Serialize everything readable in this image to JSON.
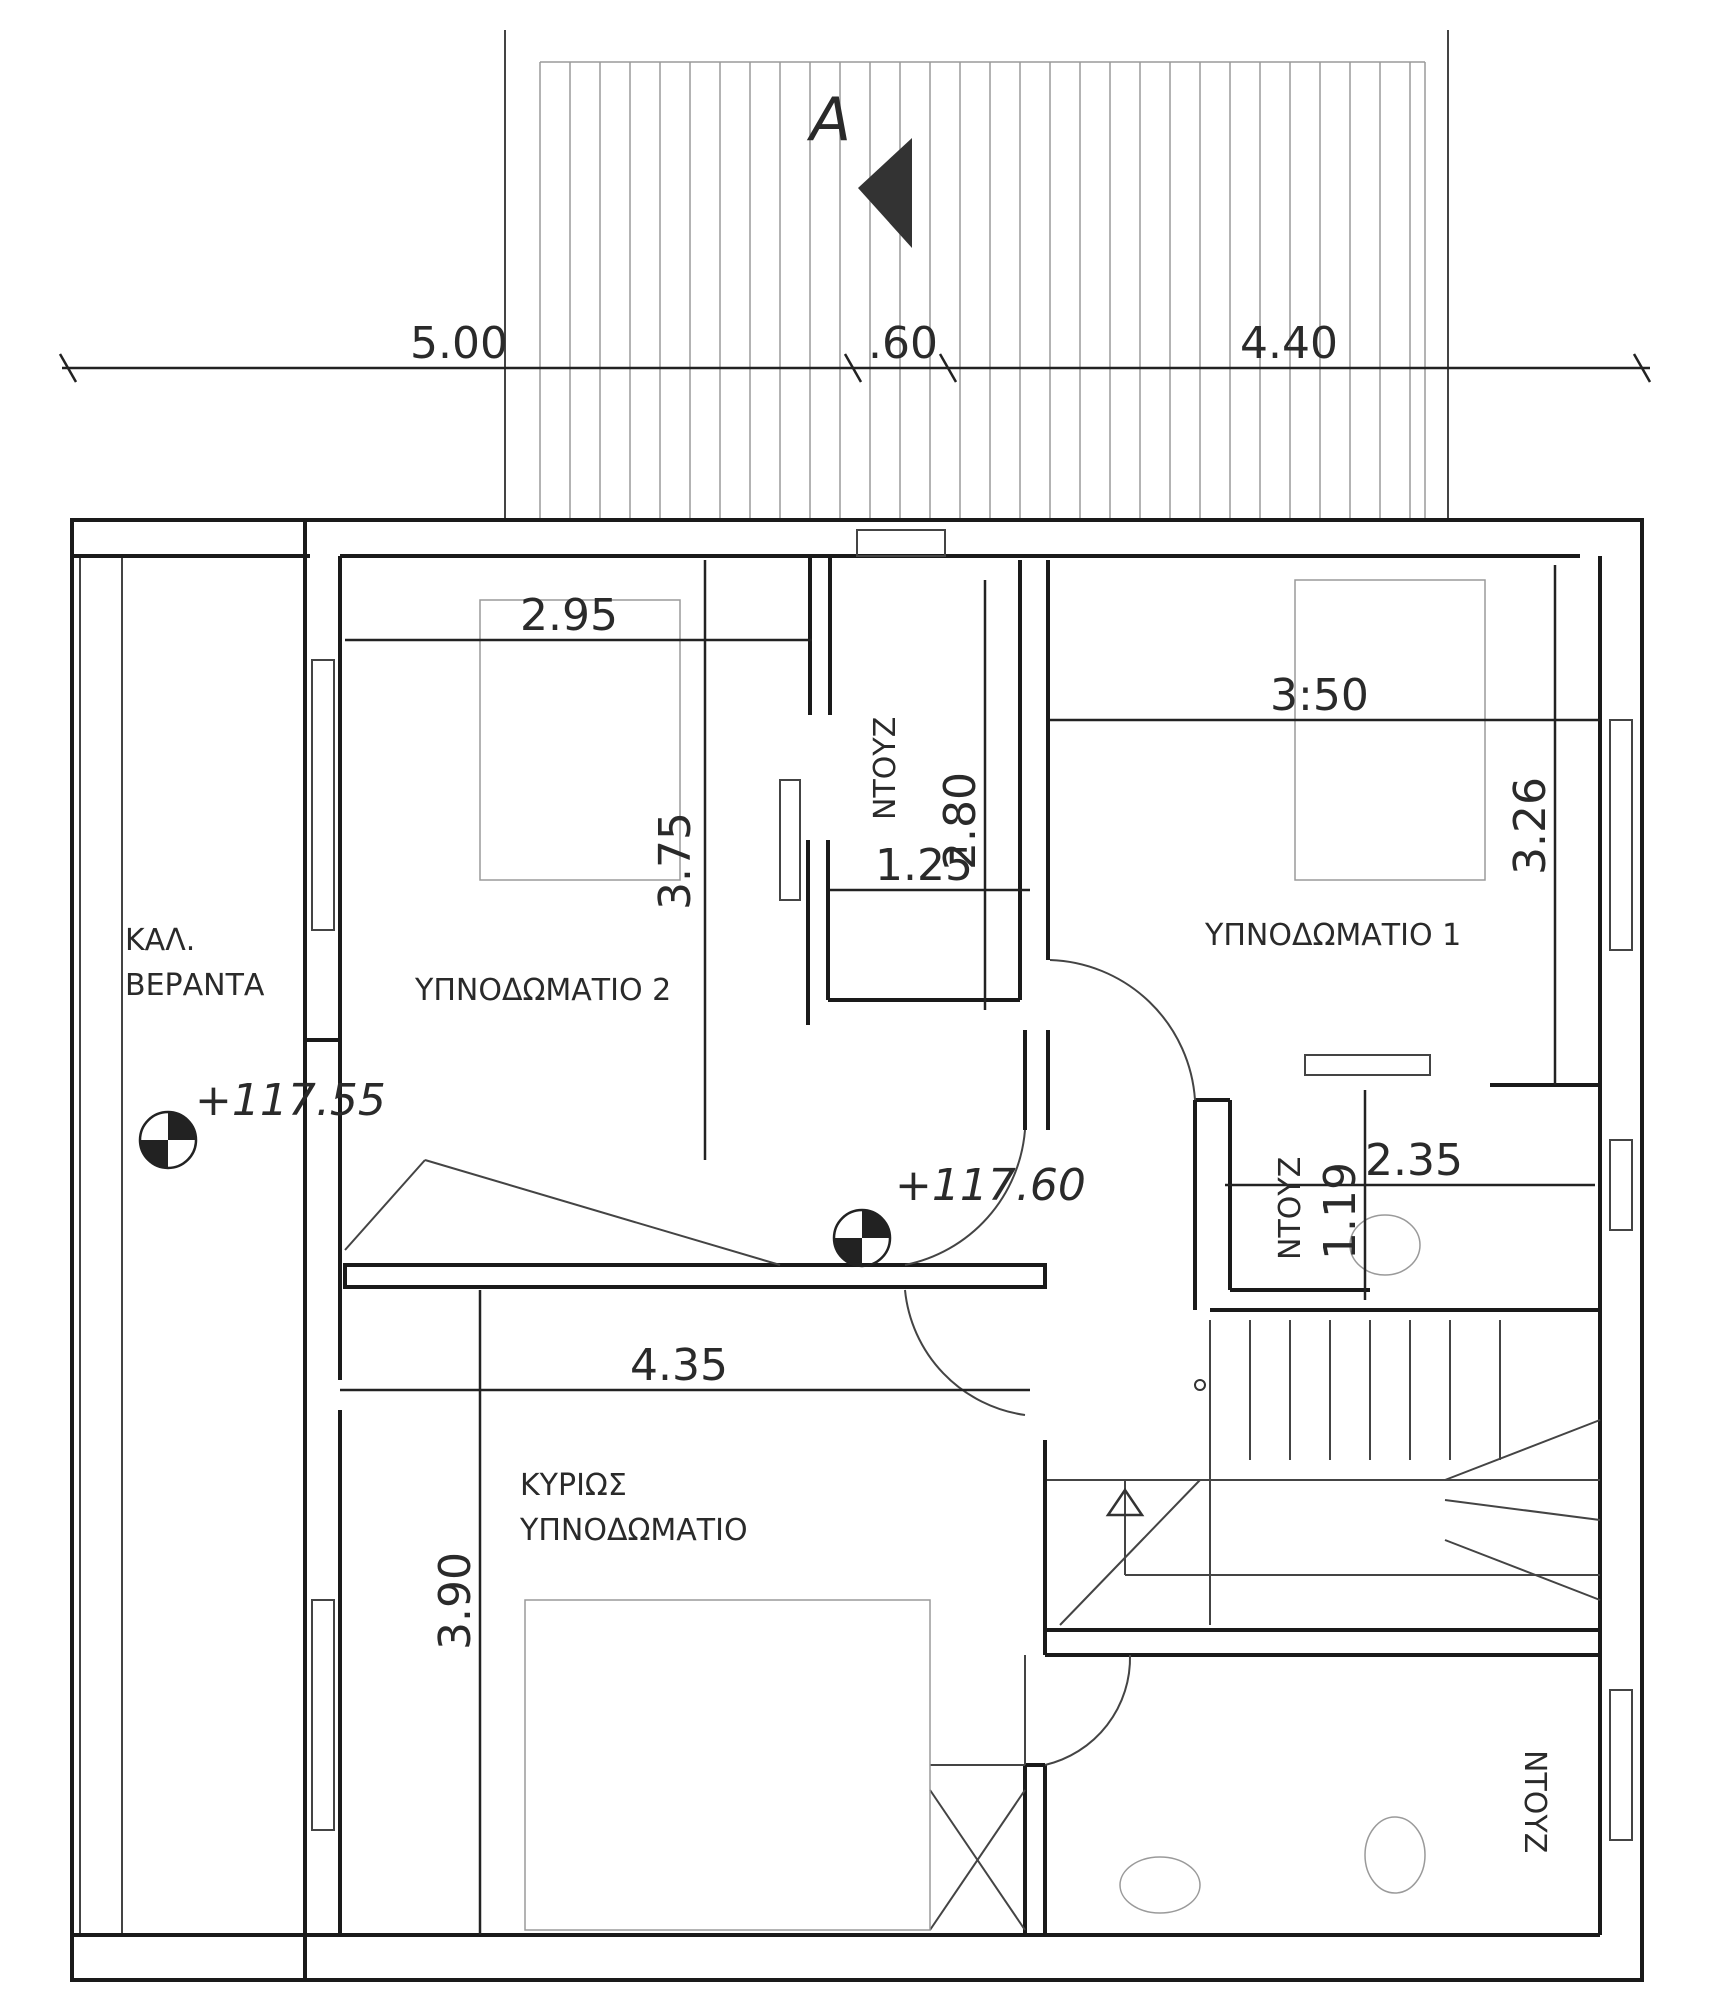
{
  "section_marker": "A",
  "dimensions": {
    "top_left": "5.00",
    "top_mid": ".60",
    "top_right": "4.40",
    "bedroom2_width": "2.95",
    "bedroom2_depth": "3.75",
    "shower_top_depth": "2.80",
    "shower_top_width": "1.25",
    "bedroom1_width": "3:50",
    "bedroom1_depth": "3.26",
    "shower_mid_depth": "1.19",
    "shower_mid_width": "2.35",
    "master_width": "4.35",
    "master_depth": "3.90"
  },
  "rooms": {
    "veranda_line1": "ΚΑΛ.",
    "veranda_line2": "ΒΕΡΑΝΤΑ",
    "bedroom2": "ΥΠΝΟΔΩΜΑΤΙΟ 2",
    "bedroom1": "ΥΠΝΟΔΩΜΑΤΙΟ 1",
    "shower_top": "ΝΤΟΥΖ",
    "shower_mid": "ΝΤΟΥΖ",
    "shower_bottom": "ΝΤΟΥΖ",
    "master_line1": "ΚΥΡΙΩΣ",
    "master_line2": "ΥΠΝΟΔΩΜΑΤΙΟ"
  },
  "levels": {
    "veranda": "+117.55",
    "hall": "+117.60"
  }
}
